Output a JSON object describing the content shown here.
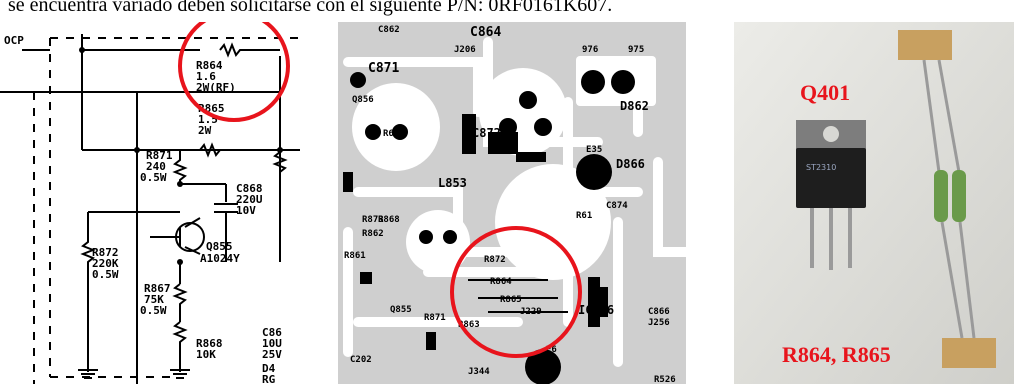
{
  "header": {
    "text": "se encuentra variado deben solicitarse con el siguiente P/N: 0RF0161K607."
  },
  "schematic": {
    "ocp": "OCP",
    "r864": [
      "R864",
      "1.6",
      "2W(RF)"
    ],
    "r865": [
      "R865",
      "1.5",
      "2W"
    ],
    "r871": [
      "R871",
      "240",
      "0.5W"
    ],
    "c868": [
      "C868",
      "220U",
      "10V"
    ],
    "r872": [
      "R872",
      "220K",
      "0.5W"
    ],
    "q855": [
      "Q855",
      "A1024Y"
    ],
    "r867": [
      "R867",
      "75K",
      "0.5W"
    ],
    "r868": [
      "R868",
      "10K"
    ],
    "c86x": [
      "C86",
      "10U",
      "25V"
    ],
    "d4": [
      "D4",
      "RG"
    ]
  },
  "pcb": {
    "labels": [
      "C862",
      "C864",
      "C871",
      "Q856",
      "D862",
      "D866",
      "C872",
      "L853",
      "R872",
      "R864",
      "R865",
      "J229",
      "IC856",
      "C866",
      "J256",
      "R863",
      "E6",
      "R871",
      "C874",
      "R861",
      "Q855",
      "R862",
      "R873",
      "R868",
      "C202",
      "R526",
      "R66",
      "J206",
      "J344",
      "976",
      "975",
      "E35",
      "R61"
    ]
  },
  "photo": {
    "q401": "Q401",
    "resistors": "R864, R865",
    "part_marking": "ST2310"
  },
  "colors": {
    "highlight": "#e8141c",
    "label": "#e8141c",
    "trace": "#ffffff",
    "board": "#dcdcdc"
  }
}
